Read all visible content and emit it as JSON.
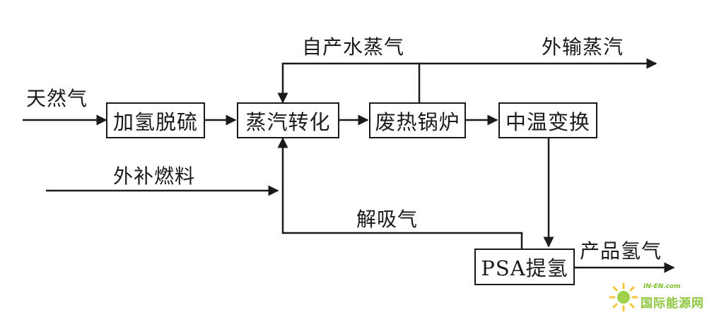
{
  "process_boxes": {
    "desulfurization": "加氢脱硫",
    "steam_reforming": "蒸汽转化",
    "waste_heat_boiler": "废热锅炉",
    "medium_temp_shift": "中温变换",
    "psa": "PSA提氢"
  },
  "stream_labels": {
    "natural_gas": "天然气",
    "self_produced_steam": "自产水蒸气",
    "export_steam": "外输蒸汽",
    "external_fuel": "外补燃料",
    "desorption_gas": "解吸气",
    "product_hydrogen": "产品氢气"
  },
  "watermark": {
    "en": "IN-EN.com",
    "cn": "国际能源网"
  },
  "colors": {
    "line": "#1a1a1a",
    "watermark_green": "#8fc63f"
  }
}
